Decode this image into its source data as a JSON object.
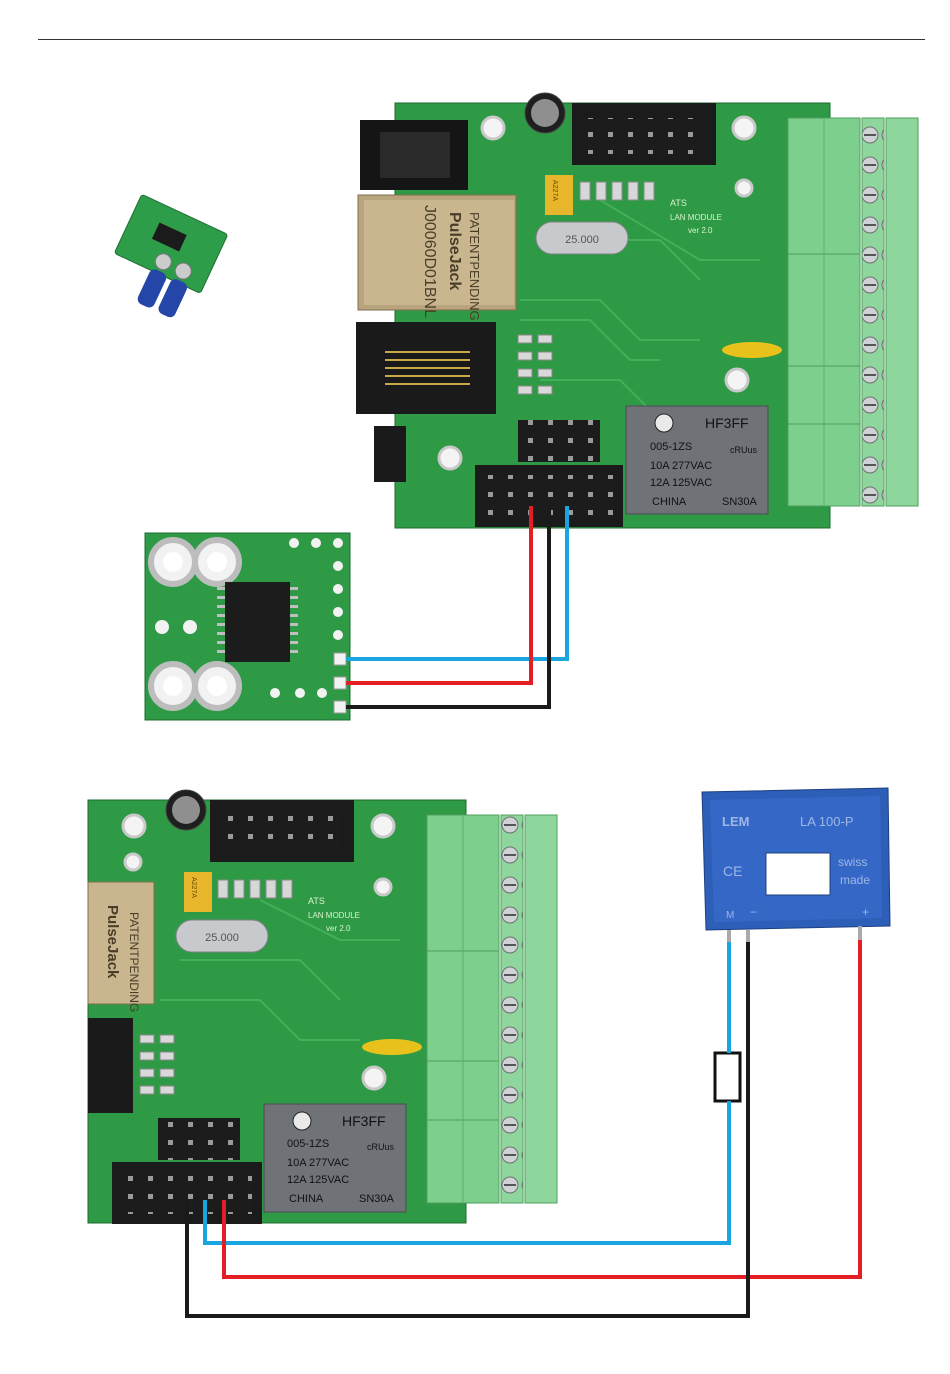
{
  "relay": {
    "model": "HF3FF",
    "type_code": "005-1ZS",
    "rating_1": "10A 277VAC",
    "rating_2": "12A 125VAC",
    "origin": "CHINA",
    "code": "SN30A",
    "cert": "cRUus"
  },
  "board": {
    "label_line1": "ATS",
    "label_line2": "LAN MODULE",
    "label_line3": "ver 2.0",
    "crystal": "25.000",
    "capacitor": "A227A",
    "jack_brand": "PulseJack",
    "jack_part": "J00060D01BNL",
    "jack_patent": "PATENTPENDING"
  },
  "lem": {
    "brand": "LEM",
    "model": "LA 100-P",
    "label_swiss": "swiss",
    "label_made": "made",
    "pin_minus_left": "M",
    "pin_minus": "−",
    "pin_plus": "+",
    "ce": "CE"
  },
  "colors": {
    "wire_blue": "#19a6e0",
    "wire_red": "#e31e24",
    "wire_black": "#1a1a1a",
    "pcb_green": "#2f9a45",
    "terminal_green": "#7ccf8c",
    "sensor_blue": "#2e5fb8"
  }
}
